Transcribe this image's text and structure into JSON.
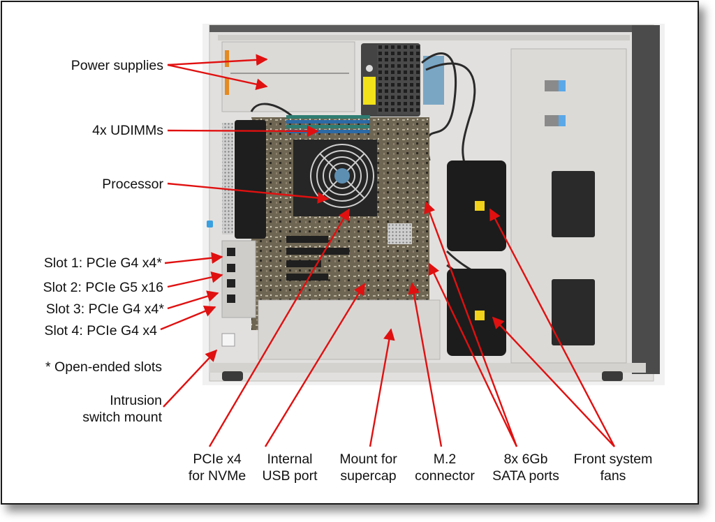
{
  "diagram": {
    "subject": "Tower server internal view with labeled components",
    "accent_color": "#e01010",
    "left_labels": [
      {
        "id": "power-supplies",
        "lines": [
          "Power supplies"
        ]
      },
      {
        "id": "udimms",
        "lines": [
          "4x UDIMMs"
        ]
      },
      {
        "id": "processor",
        "lines": [
          "Processor"
        ]
      },
      {
        "id": "slot1",
        "lines": [
          "Slot 1: PCIe G4 x4*"
        ]
      },
      {
        "id": "slot2",
        "lines": [
          "Slot 2: PCIe G5 x16"
        ]
      },
      {
        "id": "slot3",
        "lines": [
          "Slot 3: PCIe G4 x4*"
        ]
      },
      {
        "id": "slot4",
        "lines": [
          "Slot 4: PCIe G4 x4"
        ]
      },
      {
        "id": "footnote",
        "lines": [
          "* Open-ended slots"
        ]
      },
      {
        "id": "intrusion",
        "lines": [
          "Intrusion",
          "switch mount"
        ]
      }
    ],
    "bottom_labels": [
      {
        "id": "pcie-nvme",
        "lines": [
          "PCIe x4",
          "for NVMe"
        ]
      },
      {
        "id": "usb",
        "lines": [
          "Internal",
          "USB port"
        ]
      },
      {
        "id": "supercap",
        "lines": [
          "Mount for",
          "supercap"
        ]
      },
      {
        "id": "m2",
        "lines": [
          "M.2",
          "connector"
        ]
      },
      {
        "id": "sata",
        "lines": [
          "8x 6Gb",
          "SATA ports"
        ]
      },
      {
        "id": "fans",
        "lines": [
          "Front system",
          "fans"
        ]
      }
    ]
  }
}
